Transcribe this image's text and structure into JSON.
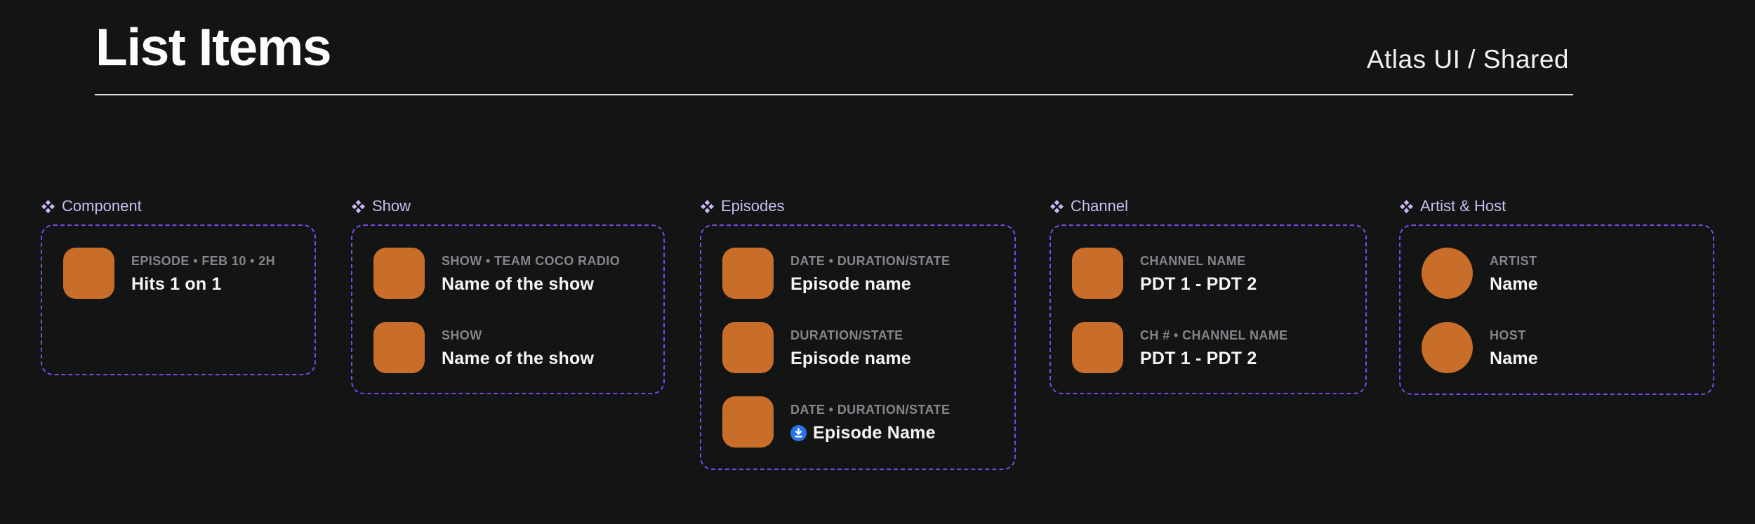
{
  "header": {
    "title": "List Items",
    "breadcrumb": "Atlas UI / Shared"
  },
  "colors": {
    "background": "#131414",
    "card_border": "#7a49ec",
    "thumb_orange": "#c96d2a",
    "overline_gray": "#84868c",
    "title_white": "#f5f5f5",
    "section_lavender": "#cfbdf3",
    "download_blue": "#2b73e9",
    "header_rule": "#dededc"
  },
  "icons": {
    "section_marker": "component-diamond-icon",
    "episode_badge": "download-icon"
  },
  "sections": [
    {
      "label": "Component",
      "rows": [
        {
          "label": "EPISODE • FEB 10 • 2H",
          "title": "Hits 1 on 1"
        }
      ]
    },
    {
      "label": "Show",
      "rows": [
        {
          "label": "SHOW • TEAM COCO RADIO",
          "title": "Name of the show"
        },
        {
          "label": "SHOW",
          "title": "Name of the show"
        }
      ]
    },
    {
      "label": "Episodes",
      "rows": [
        {
          "label": "DATE • DURATION/STATE",
          "title": "Episode name"
        },
        {
          "label": "DURATION/STATE",
          "title": "Episode name"
        },
        {
          "label": "DATE • DURATION/STATE",
          "title": "Episode Name",
          "badge": "download"
        }
      ]
    },
    {
      "label": "Channel",
      "rows": [
        {
          "label": "CHANNEL NAME",
          "title": "PDT 1 - PDT 2"
        },
        {
          "label": "CH # • CHANNEL NAME",
          "title": "PDT 1 - PDT 2"
        }
      ]
    },
    {
      "label": "Artist & Host",
      "rows": [
        {
          "label": "ARTIST",
          "title": "Name"
        },
        {
          "label": "HOST",
          "title": "Name"
        }
      ]
    }
  ]
}
